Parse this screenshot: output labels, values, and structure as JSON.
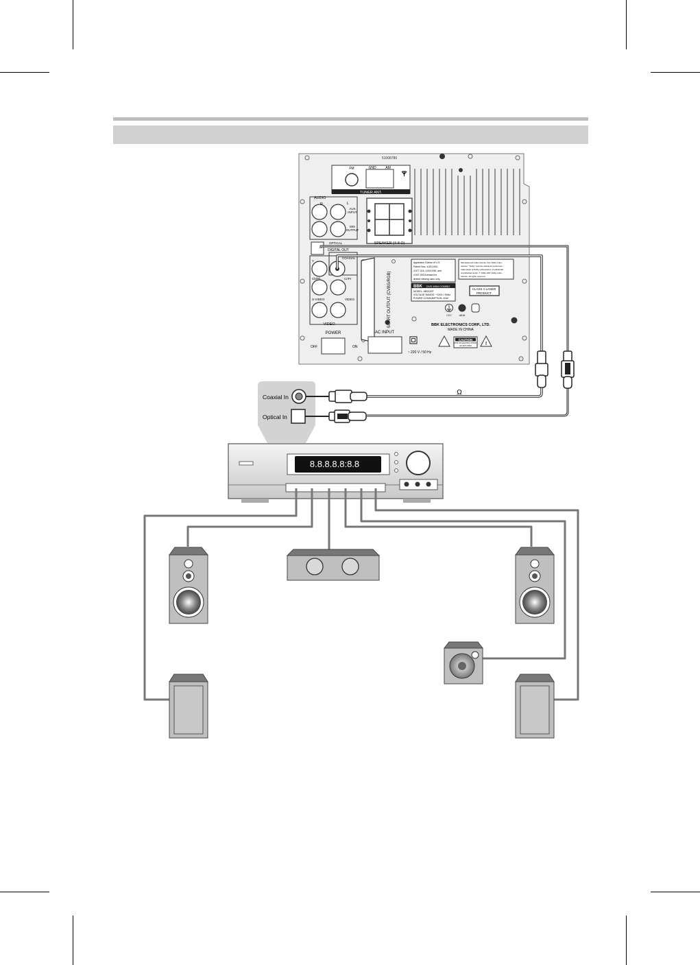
{
  "rear_panel": {
    "serial": "51008780",
    "tuner": {
      "fm": "FM",
      "gnd": "GND",
      "am": "AM",
      "label": "TUNER ANT."
    },
    "audio_label": "AUDIO",
    "audio_r": "R",
    "audio_l": "L",
    "aux_input": [
      "AUX",
      "INPUT"
    ],
    "mix_output": [
      "MIX",
      "OUTPUT"
    ],
    "optical": "OPTICAL",
    "digital_out": "DIGITAL OUT",
    "coaxial": "COAXIAL",
    "y_label": "Y",
    "cb_label": "Cb/Pb",
    "cr_label": "Cr/Pr",
    "svideo": "S-VIDEO",
    "video_jack": "VIDEO",
    "video_group": "VIDEO",
    "speaker": "SPEAKER (4-8 Ω)",
    "scart": "SCART OUTPUT (CVBS/RGB)",
    "patent_text": [
      "Apparatus Claims of U.S.",
      "Patent Nos. 4,631,603,",
      "4,577,216, 4,819,098, and",
      "4,907,093 licensed for",
      "limited viewing uses only."
    ],
    "dolby_text": [
      "Manufactured under license from Dolby Labo-",
      "ratories. \"Dolby\" and the double-D symbol are",
      "trademarks of Dolby Laboratories. Confidential",
      "unpublished works. © 1992-1997 Dolby Labo-",
      "ratories. All rights reserved."
    ],
    "brand": "BBK",
    "product": "DVD MINI COMBO",
    "model": "MODEL: AB203ST",
    "voltage": "VOLTAGE RANGE: ~220V / 50Hz",
    "power_consumption": "POWER CONSUMPTION: 40W",
    "laser": [
      "CLASS 1 LASER",
      "PRODUCT"
    ],
    "cert": [
      "CCC",
      "AE46"
    ],
    "manufacturer": "BBK ELECTRONICS CORP., LTD.",
    "made_in": "MADE IN CHINA",
    "power_label": "POWER",
    "off": "OFF",
    "on": "ON",
    "ac_input": "AC INPUT",
    "ac_spec": "~ 220 V / 50 Hz",
    "caution": "CAUTION",
    "caution_sub": [
      "RISK OF ELECTRIC SHOCK",
      "DO NOT OPEN"
    ]
  },
  "cable_symbol": "Ω",
  "receiver": {
    "coaxial_in": "Coaxial In",
    "optical_in": "Optical In",
    "display": "8.8.8.8.8:8.8"
  }
}
